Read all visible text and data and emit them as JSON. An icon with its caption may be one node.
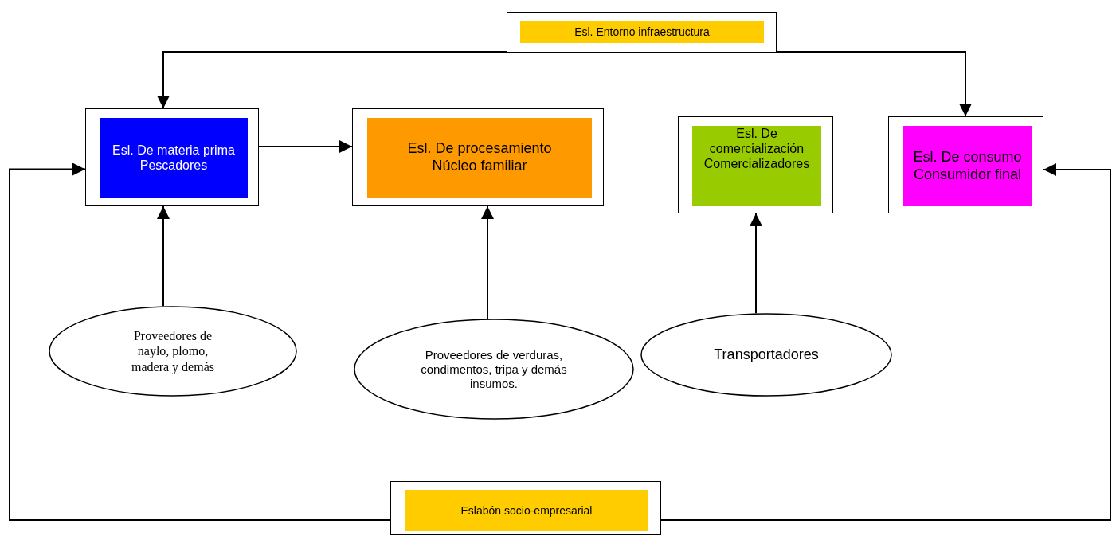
{
  "diagram": {
    "nodes": [
      {
        "text": [
          "Esl. Entorno infraestructura"
        ]
      },
      {
        "text": [
          "Esl. De materia prima Pescadores"
        ]
      },
      {
        "text": [
          "Esl. De procesamiento Núcleo familiar"
        ]
      },
      {
        "text": [
          "Esl. De comercialización Comercializadores"
        ]
      },
      {
        "text": [
          "Esl. De consumo Consumidor final"
        ]
      },
      {
        "text": [
          "Proveedores de naylo, plomo, madera y demás"
        ]
      },
      {
        "text": [
          "Proveedores de verduras, condimentos, tripa y demás insumos."
        ]
      },
      {
        "text": [
          "Transportadores"
        ]
      },
      {
        "text": [
          "Eslabón socio-empresarial"
        ]
      }
    ],
    "edges": [
      {
        "from": 0,
        "to": 1,
        "arrow": "to"
      },
      {
        "from": 0,
        "to": 4,
        "arrow": "to"
      },
      {
        "from": 1,
        "to": 2,
        "arrow": "to"
      },
      {
        "from": 5,
        "to": 1,
        "arrow": "to"
      },
      {
        "from": 6,
        "to": 2,
        "arrow": "to"
      },
      {
        "from": 7,
        "to": 3,
        "arrow": "to"
      },
      {
        "from": 8,
        "to": 1,
        "arrow": "to"
      },
      {
        "from": 8,
        "to": 4,
        "arrow": "to"
      }
    ]
  }
}
